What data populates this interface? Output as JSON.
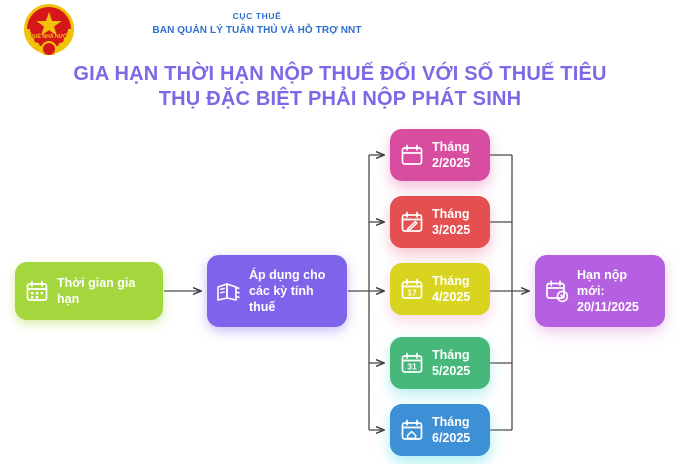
{
  "header": {
    "logo_name": "vietnam-tax-emblem",
    "logo_text": "THUẾ NHÀ NƯỚC",
    "org_line1": "CỤC THUẾ",
    "org_line2": "BAN QUẢN LÝ TUÂN THỦ VÀ HỖ TRỢ NNT",
    "org_color": "#2f6fd0"
  },
  "title": {
    "text": "GIA HẠN THỜI HẠN NỘP THUẾ ĐỐI VỚI SỐ THUẾ TIÊU THỤ ĐẶC BIỆT PHẢI NỘP PHÁT SINH",
    "color": "#7b6ae8"
  },
  "flow": {
    "start": {
      "label": "Thời gian gia hạn",
      "icon": "calendar-icon",
      "color": "#a4d63e"
    },
    "apply": {
      "label": "Áp dụng cho các kỳ tính thuế",
      "icon": "documents-stack-icon",
      "color": "#7e63eb"
    },
    "months": [
      {
        "label": "Tháng\n2/2025",
        "icon": "calendar-icon",
        "icon_day": "",
        "color": "#d94da0"
      },
      {
        "label": "Tháng\n3/2025",
        "icon": "calendar-edit-icon",
        "icon_day": "",
        "color": "#e3504f"
      },
      {
        "label": "Tháng\n4/2025",
        "icon": "calendar-day-17-icon",
        "icon_day": "17",
        "color": "#d9d420"
      },
      {
        "label": "Tháng\n5/2025",
        "icon": "calendar-day-31-icon",
        "icon_day": "31",
        "color": "#46b97a"
      },
      {
        "label": "Tháng\n6/2025",
        "icon": "calendar-home-icon",
        "icon_day": "",
        "color": "#3d8fd6"
      }
    ],
    "deadline": {
      "label": "Hạn nộp mới: 20/11/2025",
      "icon": "calendar-cancel-icon",
      "color": "#b460e0"
    },
    "connector_color": "#4a4a4a"
  }
}
